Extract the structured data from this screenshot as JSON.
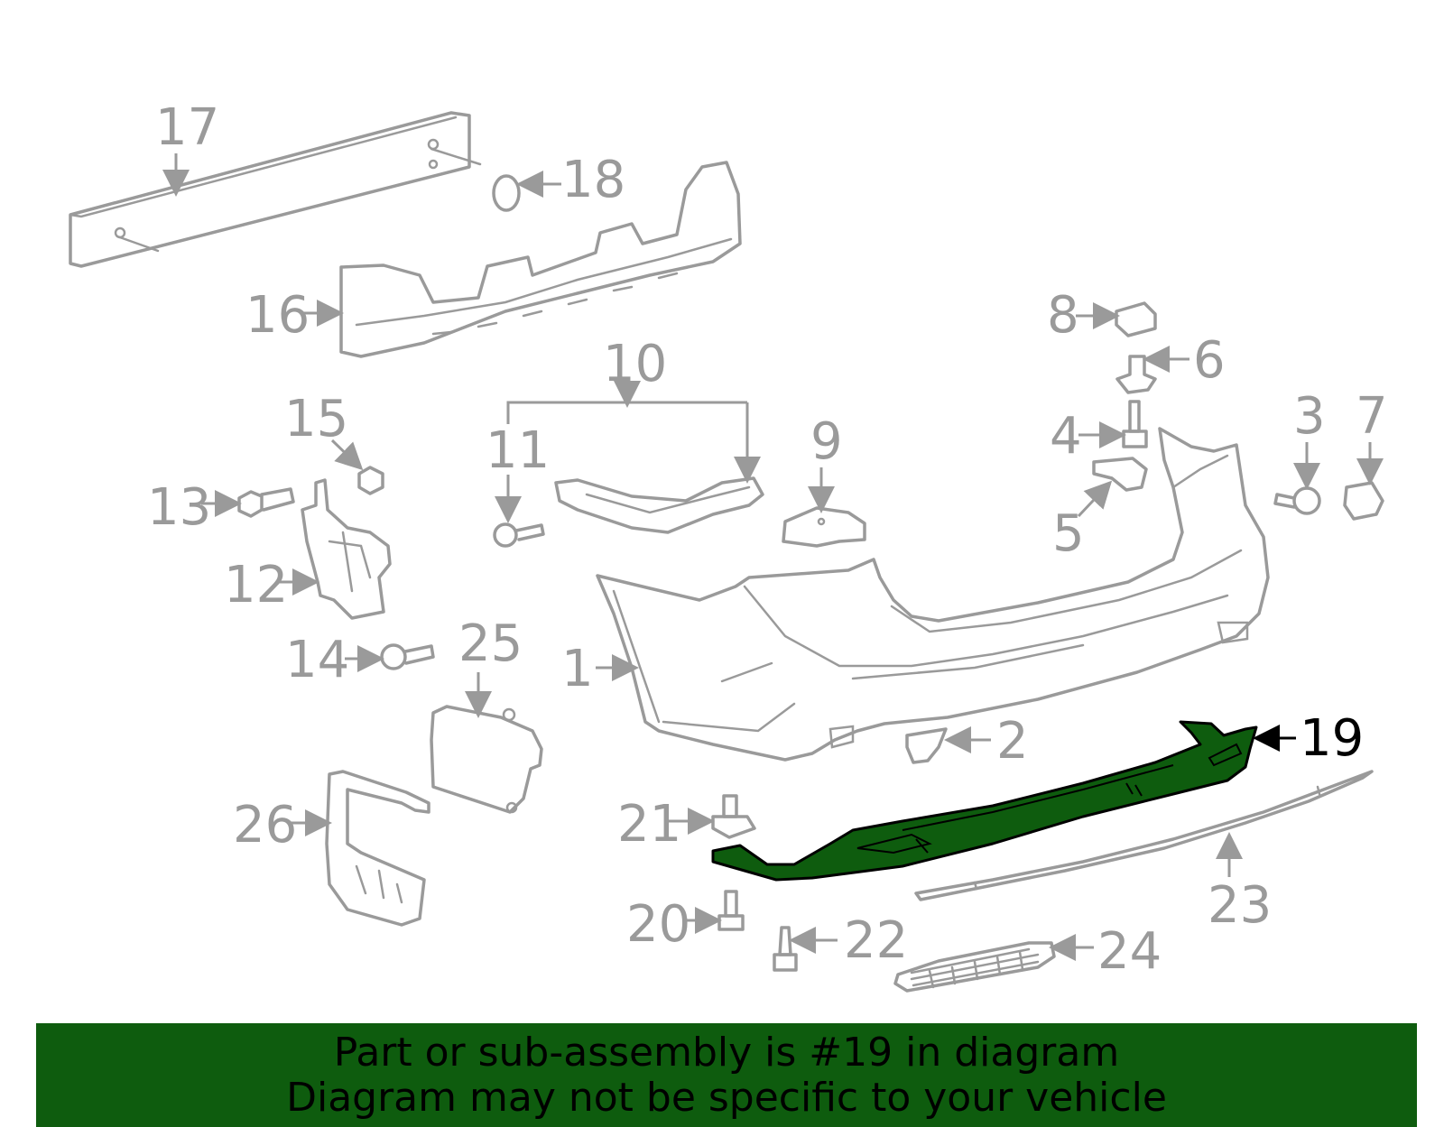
{
  "callouts": {
    "c1": "1",
    "c2": "2",
    "c3": "3",
    "c4": "4",
    "c5": "5",
    "c6": "6",
    "c7": "7",
    "c8": "8",
    "c9": "9",
    "c10": "10",
    "c11": "11",
    "c12": "12",
    "c13": "13",
    "c14": "14",
    "c15": "15",
    "c16": "16",
    "c17": "17",
    "c18": "18",
    "c19": "19",
    "c20": "20",
    "c21": "21",
    "c22": "22",
    "c23": "23",
    "c24": "24",
    "c25": "25",
    "c26": "26"
  },
  "highlighted_part": "19",
  "colors": {
    "highlight": "#0e5c0e",
    "line": "#9a9a9a",
    "banner": "#0e5c0e"
  },
  "footer": {
    "line1": "Part or sub-assembly is #19 in diagram",
    "line2": "Diagram may not be specific to your vehicle"
  }
}
